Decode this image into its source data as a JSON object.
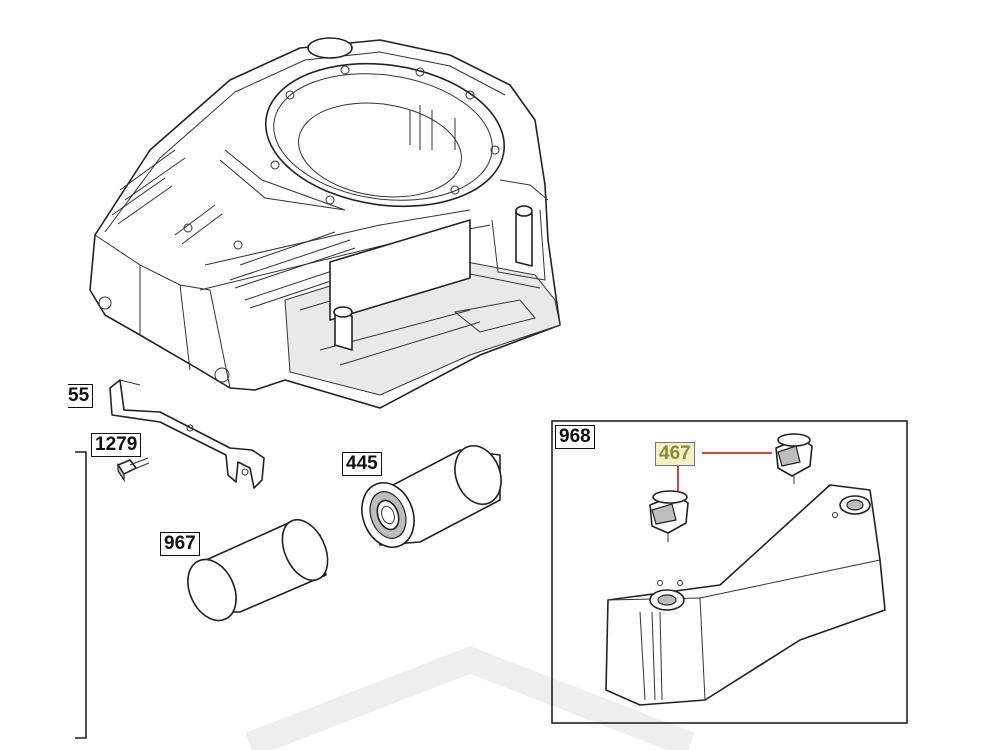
{
  "labels": {
    "p55": "55",
    "p1279": "1279",
    "p445": "445",
    "p967": "967",
    "p968": "968",
    "p467": "467"
  },
  "colors": {
    "highlight_fill": "#f3f0c8",
    "highlight_text": "#8a8a3a",
    "leader_line": "#cc0000"
  }
}
